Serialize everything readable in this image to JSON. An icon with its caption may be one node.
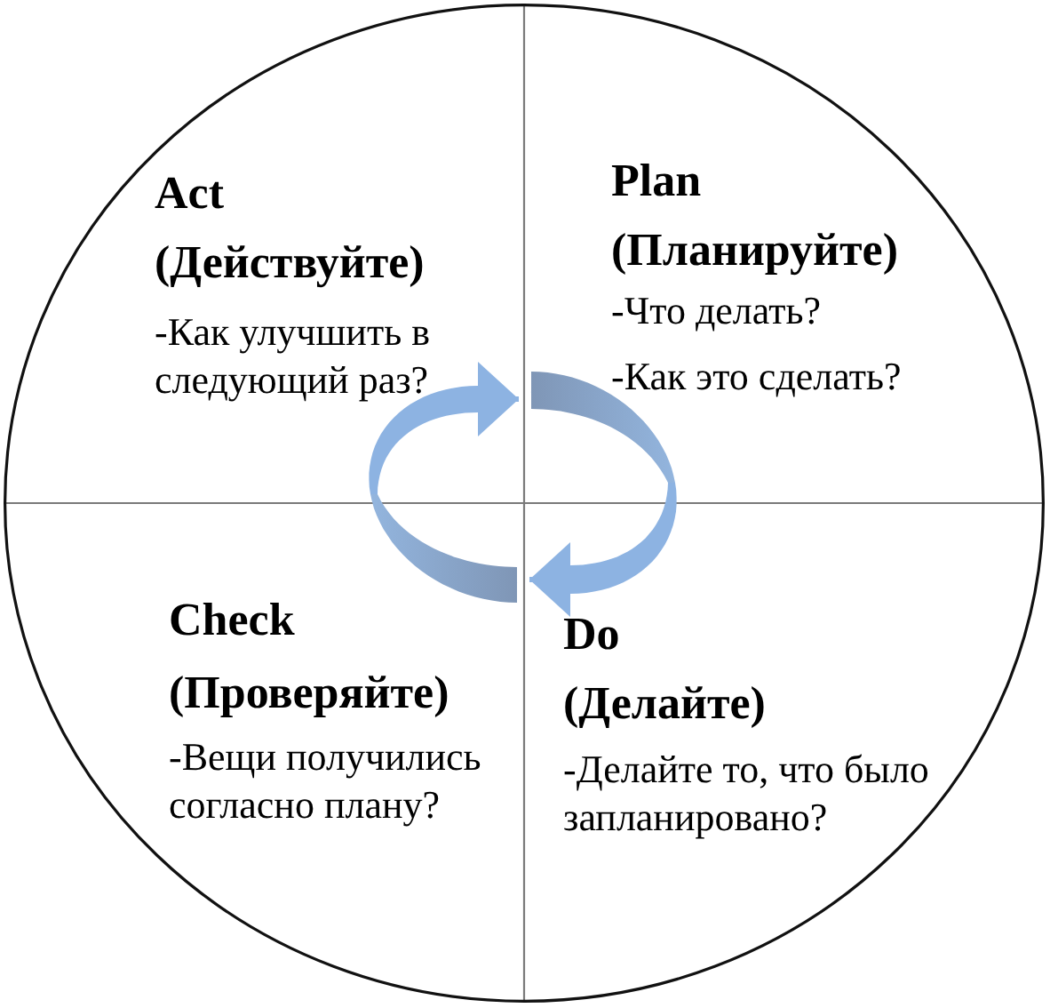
{
  "diagram": {
    "nodes": [
      {
        "text": [
          "Act",
          "(Действуйте)",
          "-Как улучшить в следующий раз?"
        ]
      },
      {
        "text": [
          "Plan",
          "(Планируйте)",
          "-Что делать?",
          "-Как это сделать?"
        ]
      },
      {
        "text": [
          "Check",
          "(Проверяйте)",
          "-Вещи получились согласно плану?"
        ]
      },
      {
        "text": [
          "Do",
          "(Делайте)",
          "-Делайте то, что было запланировано?"
        ]
      }
    ],
    "edges": [
      {
        "from": 2,
        "to": 0,
        "arrow": "to"
      },
      {
        "from": 1,
        "to": 3,
        "arrow": "to"
      }
    ]
  }
}
